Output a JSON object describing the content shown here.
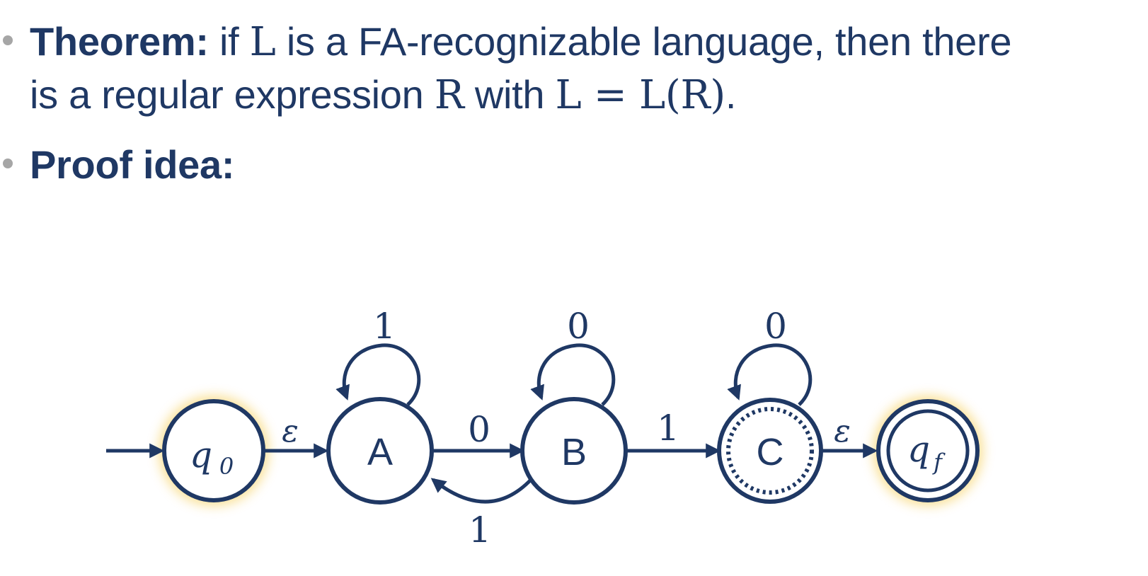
{
  "bullets": {
    "theorem": {
      "label": "Theorem:",
      "text_a": " if ",
      "L1": "L",
      "text_b": " is a FA-recognizable language, then there",
      "text_c": "is a regular expression ",
      "R": "R",
      "text_d": " with ",
      "equation": "L = L(R)",
      "text_e": "."
    },
    "proof": {
      "label": "Proof idea:"
    }
  },
  "automaton": {
    "states": {
      "q0": {
        "base": "q",
        "sub": "0"
      },
      "A": {
        "label": "A"
      },
      "B": {
        "label": "B"
      },
      "C": {
        "label": "C"
      },
      "qf": {
        "base": "q",
        "sub": "f"
      }
    },
    "edges": {
      "q0_A": "ε",
      "A_B": "0",
      "B_A": "1",
      "B_C": "1",
      "C_qf": "ε",
      "A_loop": "1",
      "B_loop": "0",
      "C_loop": "0"
    }
  },
  "colors": {
    "primary": "#1f3864",
    "bullet": "#a6a6a6",
    "highlight": "#f5c842"
  }
}
